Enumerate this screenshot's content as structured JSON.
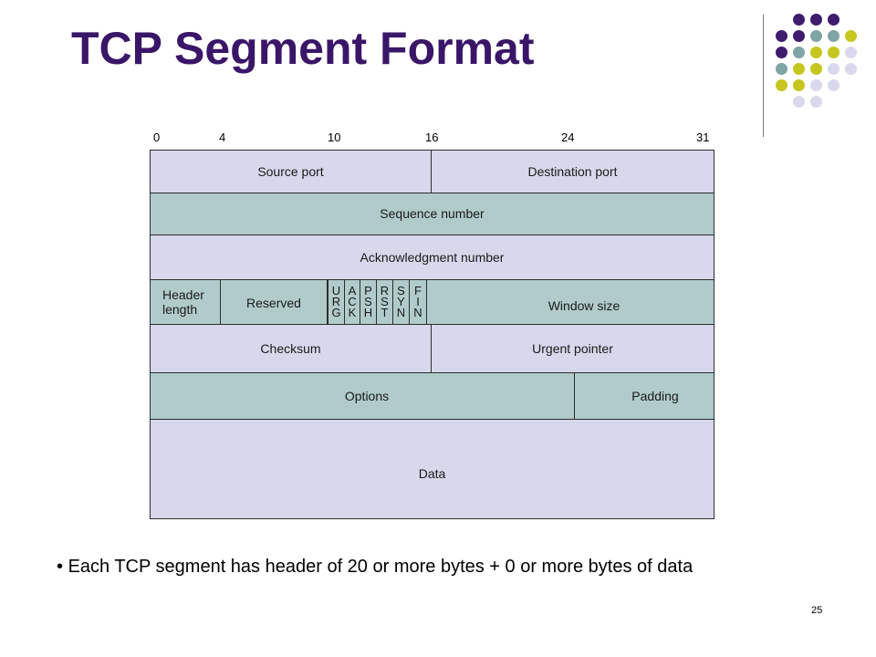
{
  "title": "TCP Segment Format",
  "bit_ticks": [
    "0",
    "4",
    "10",
    "16",
    "24",
    "31"
  ],
  "fields": {
    "source_port": "Source port",
    "destination_port": "Destination port",
    "sequence_number": "Sequence number",
    "acknowledgment_number": "Acknowledgment number",
    "header_length": "Header length",
    "reserved": "Reserved",
    "window_size": "Window size",
    "checksum": "Checksum",
    "urgent_pointer": "Urgent pointer",
    "options": "Options",
    "padding": "Padding",
    "data": "Data"
  },
  "flags": [
    {
      "letters": [
        "U",
        "R",
        "G"
      ]
    },
    {
      "letters": [
        "A",
        "C",
        "K"
      ]
    },
    {
      "letters": [
        "P",
        "S",
        "H"
      ]
    },
    {
      "letters": [
        "R",
        "S",
        "T"
      ]
    },
    {
      "letters": [
        "S",
        "Y",
        "N"
      ]
    },
    {
      "letters": [
        "F",
        "I",
        "N"
      ]
    }
  ],
  "bullet_text": "Each TCP segment has header of 20 or more bytes + 0 or more bytes of data",
  "page_number": "25",
  "colors": {
    "title": "#3a1668",
    "lavender": "#d8d8ec",
    "teal": "#b1cbcb",
    "deco_purple": "#3f1c6e",
    "deco_teal": "#7fa4a4",
    "deco_yellow": "#c6c61e",
    "deco_lavender": "#d9d9ee"
  }
}
